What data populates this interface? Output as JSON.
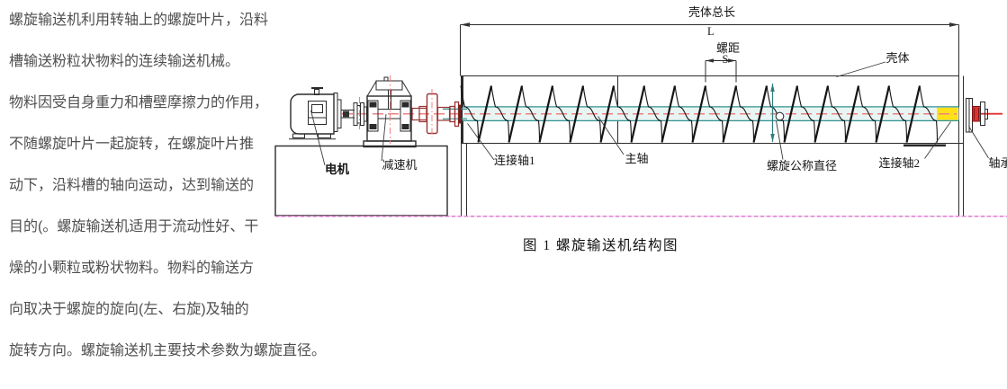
{
  "description": {
    "lines": [
      "螺旋输送机利用转轴上的螺旋叶片，沿料",
      "槽输送粉粒状物料的连续输送机械。",
      "物料因受自身重力和槽壁摩擦力的作用，",
      "不随螺旋叶片一起旋转，在螺旋叶片推",
      "动下，沿料槽的轴向运动，达到输送的",
      "目的(。螺旋输送机适用于流动性好、干",
      "燥的小颗粒或粉状物料。物料的输送方",
      "向取决于螺旋的旋向(左、右旋)及轴的",
      "旋转方向。螺旋输送机主要技术参数为螺旋直径。"
    ]
  },
  "figure": {
    "caption": "图 1  螺旋输送机结构图",
    "labels": {
      "motor": "电机",
      "reducer": "减速机",
      "connecting_shaft_1": "连接轴1",
      "main_shaft": "主轴",
      "screw_nominal_diameter": "螺旋公称直径",
      "connecting_shaft_2": "连接轴2",
      "bearing": "轴承",
      "casing": "壳体",
      "casing_total_length": "壳体总长",
      "length_symbol": "L",
      "screw_pitch": "螺距",
      "pitch_symbol": "S"
    }
  },
  "colors": {
    "shaft_teal": "#2f9090",
    "shaft_fill": "#e8f5f3",
    "centerline_salmon": "#ef8080",
    "bright_red": "#e03030",
    "maroon": "#9a3232",
    "highlight_yellow": "#ffe11a",
    "ground_magenta": "#d45cc5",
    "ground_magenta_pale": "#f0bde6",
    "dim_teal": "#2e7d7d",
    "text_gray": "#4f4f4f"
  }
}
